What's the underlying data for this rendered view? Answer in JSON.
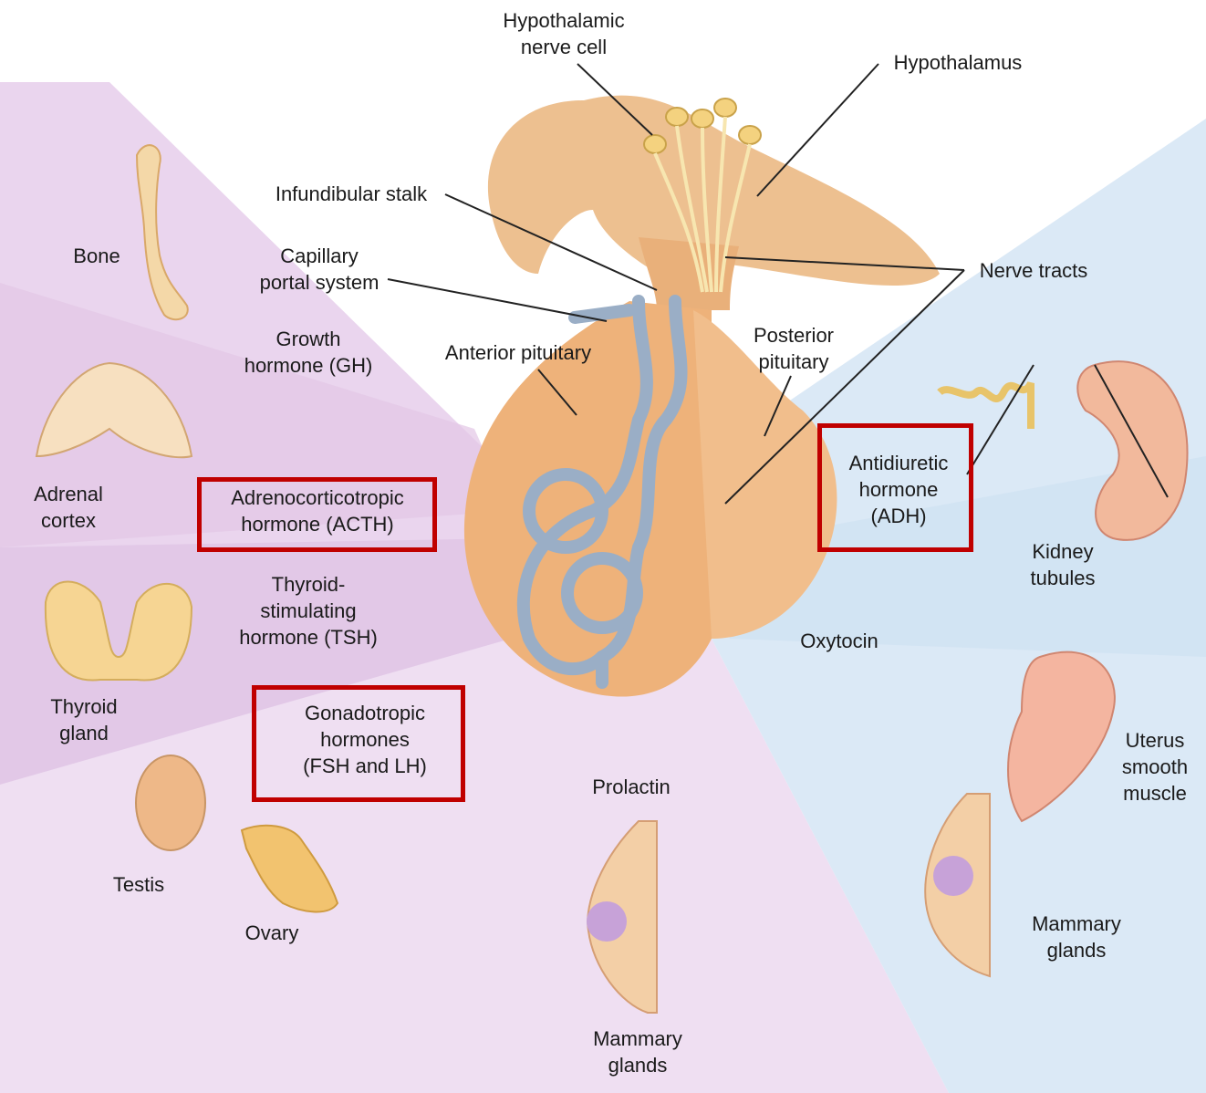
{
  "colors": {
    "highlight_box": "#c00000",
    "anterior_sector": "#e8d2ec",
    "posterior_sector": "#d8e8f6",
    "gland": "#eeb57a",
    "portal_vessels": "#9aaec6",
    "label_text": "#1a1a1a"
  },
  "labels": {
    "hypothalamic_nerve_cell": [
      "Hypothalamic",
      "nerve cell"
    ],
    "hypothalamus": "Hypothalamus",
    "infundibular_stalk": "Infundibular stalk",
    "capillary_portal_system": [
      "Capillary",
      "portal system"
    ],
    "nerve_tracts": "Nerve tracts",
    "anterior_pituitary": "Anterior pituitary",
    "posterior_pituitary": [
      "Posterior",
      "pituitary"
    ],
    "bone": "Bone",
    "growth_hormone": [
      "Growth",
      "hormone (GH)"
    ],
    "adrenal_cortex": [
      "Adrenal",
      "cortex"
    ],
    "acth": [
      "Adrenocorticotropic",
      "hormone (ACTH)"
    ],
    "tsh": [
      "Thyroid-",
      "stimulating",
      "hormone (TSH)"
    ],
    "thyroid_gland": [
      "Thyroid",
      "gland"
    ],
    "gonadotropic": [
      "Gonadotropic",
      "hormones",
      "(FSH and LH)"
    ],
    "testis": "Testis",
    "ovary": "Ovary",
    "prolactin": "Prolactin",
    "mammary_glands_bottom": [
      "Mammary",
      "glands"
    ],
    "adh": [
      "Antidiuretic",
      "hormone",
      "(ADH)"
    ],
    "kidney_tubules": [
      "Kidney",
      "tubules"
    ],
    "oxytocin": "Oxytocin",
    "uterus": [
      "Uterus",
      "smooth",
      "muscle"
    ],
    "mammary_glands_right": [
      "Mammary",
      "glands"
    ]
  },
  "highlighted": [
    "acth",
    "gonadotropic",
    "adh"
  ]
}
